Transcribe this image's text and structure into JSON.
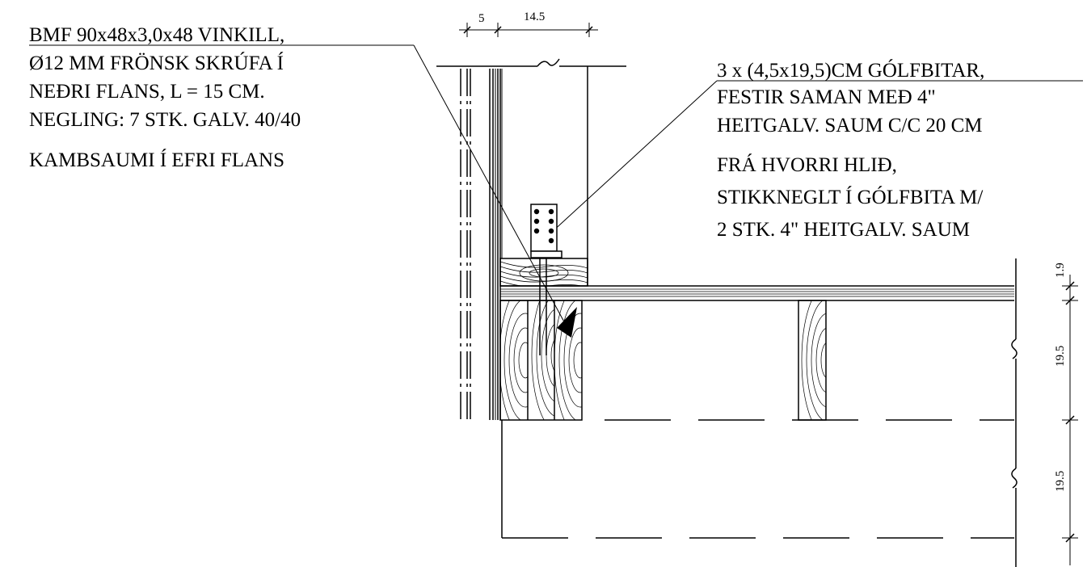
{
  "notes": {
    "left": [
      "BMF 90x48x3,0x48 VINKILL,",
      "Ø12 MM FRÖNSK SKRÚFA Í",
      "NEÐRI FLANS, L = 15 CM.",
      "NEGLING: 7 STK. GALV. 40/40",
      "KAMBSAUMI Í EFRI FLANS"
    ],
    "right": [
      "3 x (4,5x19,5)CM GÓLFBITAR,",
      "FESTIR SAMAN MEÐ 4\"",
      "HEITGALV. SAUM C/C 20 CM",
      "FRÁ HVORRI HLIÐ,",
      "STIKKNEGLT Í GÓLFBITA M/",
      "2 STK. 4\" HEITGALV. SAUM"
    ]
  },
  "dimensions": {
    "top_left": "5",
    "top_right": "14.5",
    "floor": "1.9",
    "beam_upper": "19.5",
    "beam_lower": "19.5"
  }
}
